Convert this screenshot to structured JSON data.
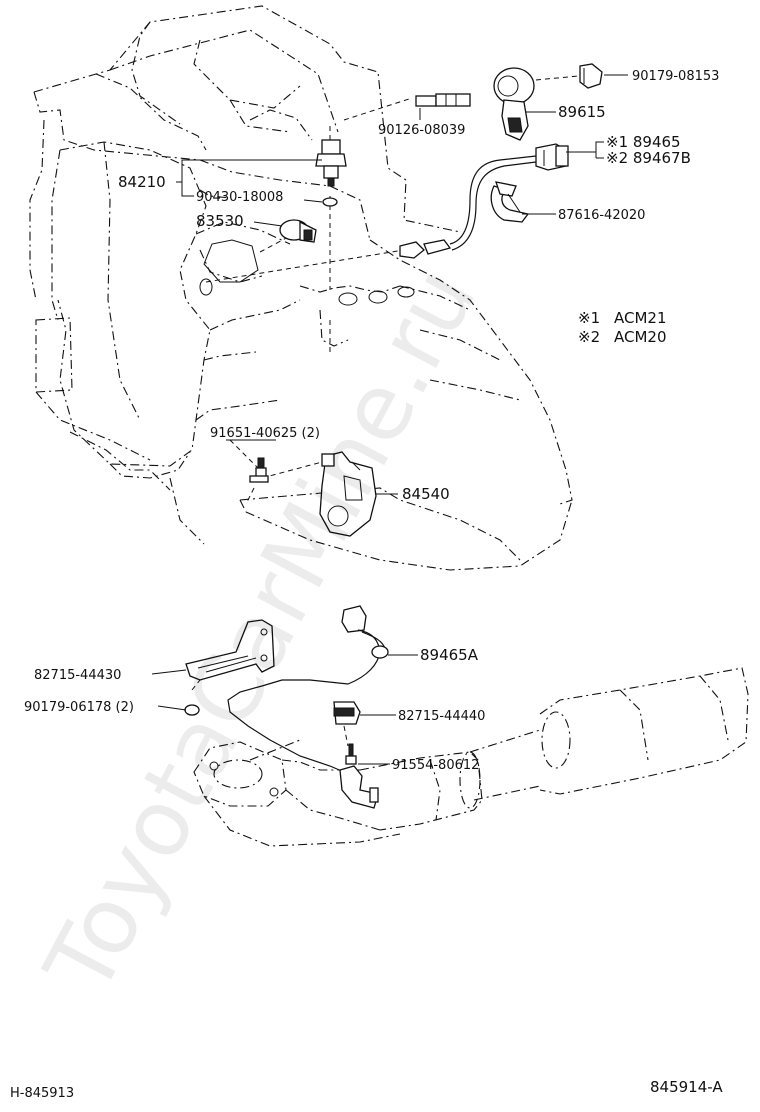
{
  "watermark": "ToyotaCarMine.ru",
  "diagram_code_left": "H-845913",
  "diagram_code_right": "845914-A",
  "notes": [
    {
      "mark": "※1",
      "text": "ACM21"
    },
    {
      "mark": "※2",
      "text": "ACM20"
    }
  ],
  "labels": {
    "p90179_08153": "90179-08153",
    "p89615": "89615",
    "p90126_08039": "90126-08039",
    "p89465": "※1 89465",
    "p89467B": "※2 89467B",
    "p84210": "84210",
    "p90430_18008": "90430-18008",
    "p87616_42020": "87616-42020",
    "p83530": "83530",
    "p91651_40625": "91651-40625 (2)",
    "p84540": "84540",
    "p89465A": "89465A",
    "p82715_44430": "82715-44430",
    "p90179_06178": "90179-06178 (2)",
    "p82715_44440": "82715-44440",
    "p91554_80612": "91554-80612"
  }
}
